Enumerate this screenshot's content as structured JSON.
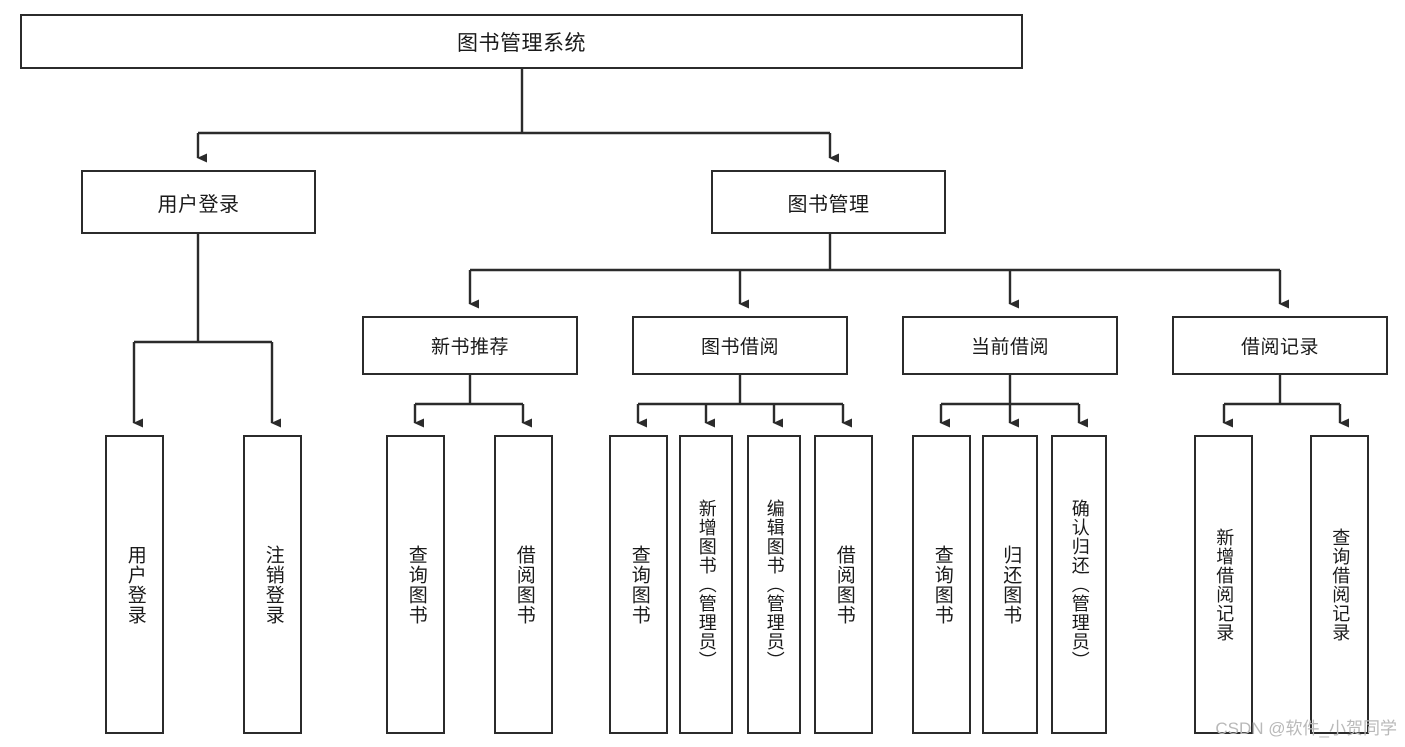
{
  "diagram": {
    "title": "图书管理系统",
    "type": "tree-hierarchy-chart",
    "colors": {
      "box_border": "#2b2b2b",
      "box_fill": "#ffffff",
      "edge": "#2b2b2b",
      "text": "#1a1a1a",
      "watermark": "#b9b9b9",
      "background": "#ffffff"
    }
  },
  "root": {
    "label": "图书管理系统"
  },
  "level1": [
    {
      "label": "用户登录"
    },
    {
      "label": "图书管理"
    }
  ],
  "level2": [
    {
      "label": "新书推荐"
    },
    {
      "label": "图书借阅"
    },
    {
      "label": "当前借阅"
    },
    {
      "label": "借阅记录"
    }
  ],
  "leaves": {
    "user_login": [
      {
        "label": "用户登录"
      },
      {
        "label": "注销登录"
      }
    ],
    "new_book_recommend": [
      {
        "label": "查询图书"
      },
      {
        "label": "借阅图书"
      }
    ],
    "book_borrow": [
      {
        "label": "查询图书"
      },
      {
        "label": "新增图书（管理员）"
      },
      {
        "label": "编辑图书（管理员）"
      },
      {
        "label": "借阅图书"
      }
    ],
    "current_borrow": [
      {
        "label": "查询图书"
      },
      {
        "label": "归还图书"
      },
      {
        "label": "确认归还（管理员）"
      }
    ],
    "borrow_record": [
      {
        "label": "新增借阅记录"
      },
      {
        "label": "查询借阅记录"
      }
    ]
  },
  "watermark": {
    "text": "CSDN @软件_小贺同学"
  }
}
